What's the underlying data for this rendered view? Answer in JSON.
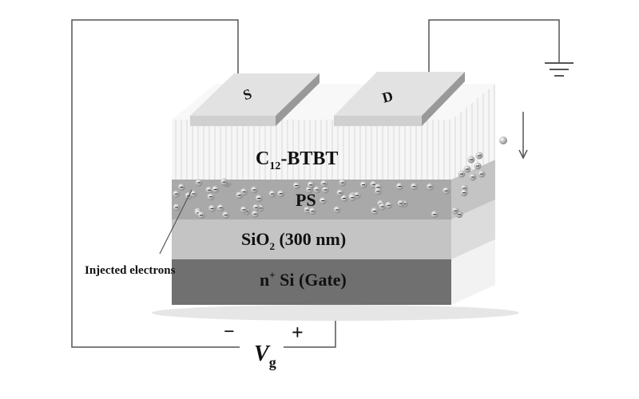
{
  "labels": {
    "source": "S",
    "drain": "D",
    "semiconductor": "C",
    "semiconductor_sub": "12",
    "semiconductor_rest": "-BTBT",
    "polymer": "PS",
    "oxide": "SiO",
    "oxide_sub": "2",
    "oxide_rest": " (300 nm)",
    "gate_n": "n",
    "gate_sup": "+",
    "gate_rest": " Si (Gate)",
    "injected": "Injected electrons",
    "minus": "−",
    "plus": "+",
    "vg": "V",
    "vg_sub": "g",
    "electron_sign": "-"
  },
  "colors": {
    "btbt": "#f4f4f4",
    "ps": "#a9a9a9",
    "sio2": "#c4c4c4",
    "gate": "#707070",
    "wire": "#555555"
  }
}
